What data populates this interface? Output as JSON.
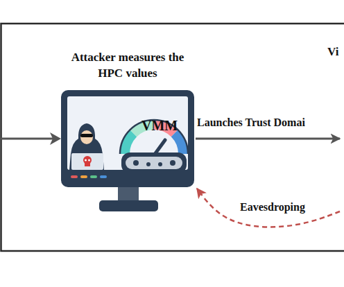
{
  "diagram": {
    "nodes": [
      {
        "text": [
          "Attacker measures the HPC values",
          "VMM"
        ]
      },
      {
        "text": [
          "Vi"
        ]
      }
    ],
    "edges": [
      {
        "from": 0,
        "to": 1,
        "arrow": "to",
        "label": "Launches Trust Domai"
      },
      {
        "from": 1,
        "to": 0,
        "arrow": "to",
        "label": "Eavesdroping"
      }
    ]
  }
}
